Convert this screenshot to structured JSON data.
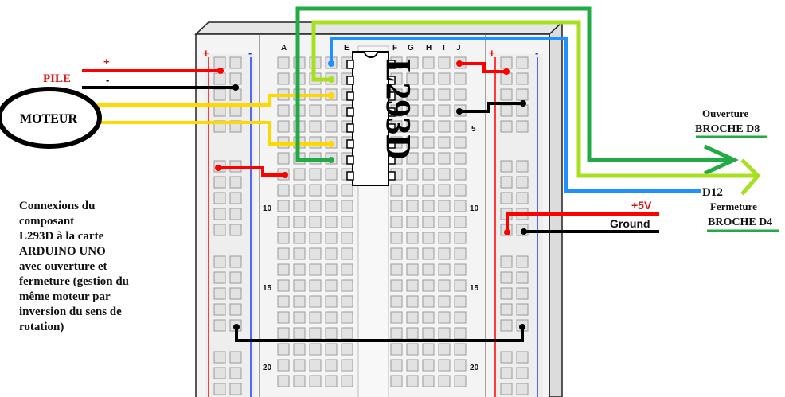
{
  "chip": {
    "label": "L293D"
  },
  "breadboard": {
    "columns_left": [
      "A",
      "E"
    ],
    "columns_right": [
      "F",
      "G",
      "H",
      "I",
      "J"
    ],
    "row_numbers": [
      "5",
      "10",
      "15",
      "20"
    ],
    "rail_plus": "+",
    "rail_minus": "-"
  },
  "labels": {
    "pile": "PILE",
    "pile_plus": "+",
    "pile_minus": "-",
    "moteur": "MOTEUR",
    "ouverture": "Ouverture",
    "broche_d8": "BROCHE D8",
    "d12": "D12",
    "fermeture": "Fermeture",
    "broche_d4": "BROCHE D4",
    "plus5v": "+5V",
    "ground": "Ground"
  },
  "description": {
    "lines": [
      "Connexions du",
      "composant",
      "L293D à la carte",
      "ARDUINO UNO",
      "avec ouverture et",
      "fermeture (gestion du",
      "même moteur par",
      "inversion du sens de",
      "rotation)"
    ]
  },
  "colors": {
    "red": "#ff0000",
    "black": "#000000",
    "yellow": "#ffd800",
    "dark_green": "#22aa44",
    "light_green": "#a8e020",
    "blue": "#1e90ff",
    "hole_fill": "#d8d8d8",
    "board_fill": "#f2f2f2"
  }
}
